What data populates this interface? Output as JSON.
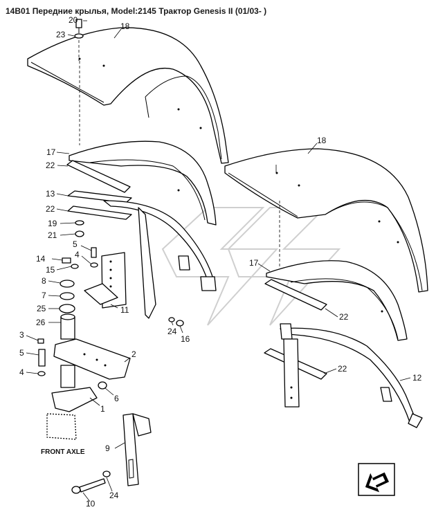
{
  "title": "14B01 Передние крылья, Model:2145 Трактор Genesis II (01/03- )",
  "axle_label": "FRONT AXLE",
  "callouts": {
    "c20": "20",
    "c23": "23",
    "c18a": "18",
    "c18b": "18",
    "c17a": "17",
    "c22a": "22",
    "c13": "13",
    "c22b": "22",
    "c19": "19",
    "c21": "21",
    "c5a": "5",
    "c14": "14",
    "c4a": "4",
    "c15": "15",
    "c8": "8",
    "c7": "7",
    "c25": "25",
    "c11": "11",
    "c26": "26",
    "c24a": "24",
    "c16": "16",
    "c3": "3",
    "c5b": "5",
    "c2": "2",
    "c4b": "4",
    "c6": "6",
    "c1": "1",
    "c17b": "17",
    "c22c": "22",
    "c22d": "22",
    "c12": "12",
    "c9": "9",
    "c24b": "24",
    "c10": "10"
  },
  "nav_icon": "arrow-left-icon"
}
